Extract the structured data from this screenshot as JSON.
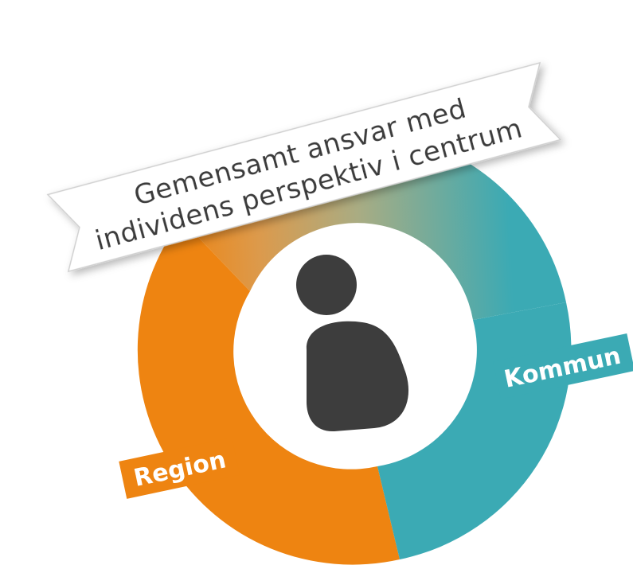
{
  "banner": {
    "line1": "Gemensamt ansvar med",
    "line2": "individens perspektiv  i centrum"
  },
  "labels": {
    "region": "Region",
    "kommun": "Kommun"
  },
  "icons": {
    "center": "person-icon"
  },
  "colors": {
    "region": "#ee8411",
    "kommun": "#3baab4",
    "person": "#3d3d3d",
    "banner_fill": "#ffffff",
    "banner_stroke": "#d0d0d0"
  }
}
